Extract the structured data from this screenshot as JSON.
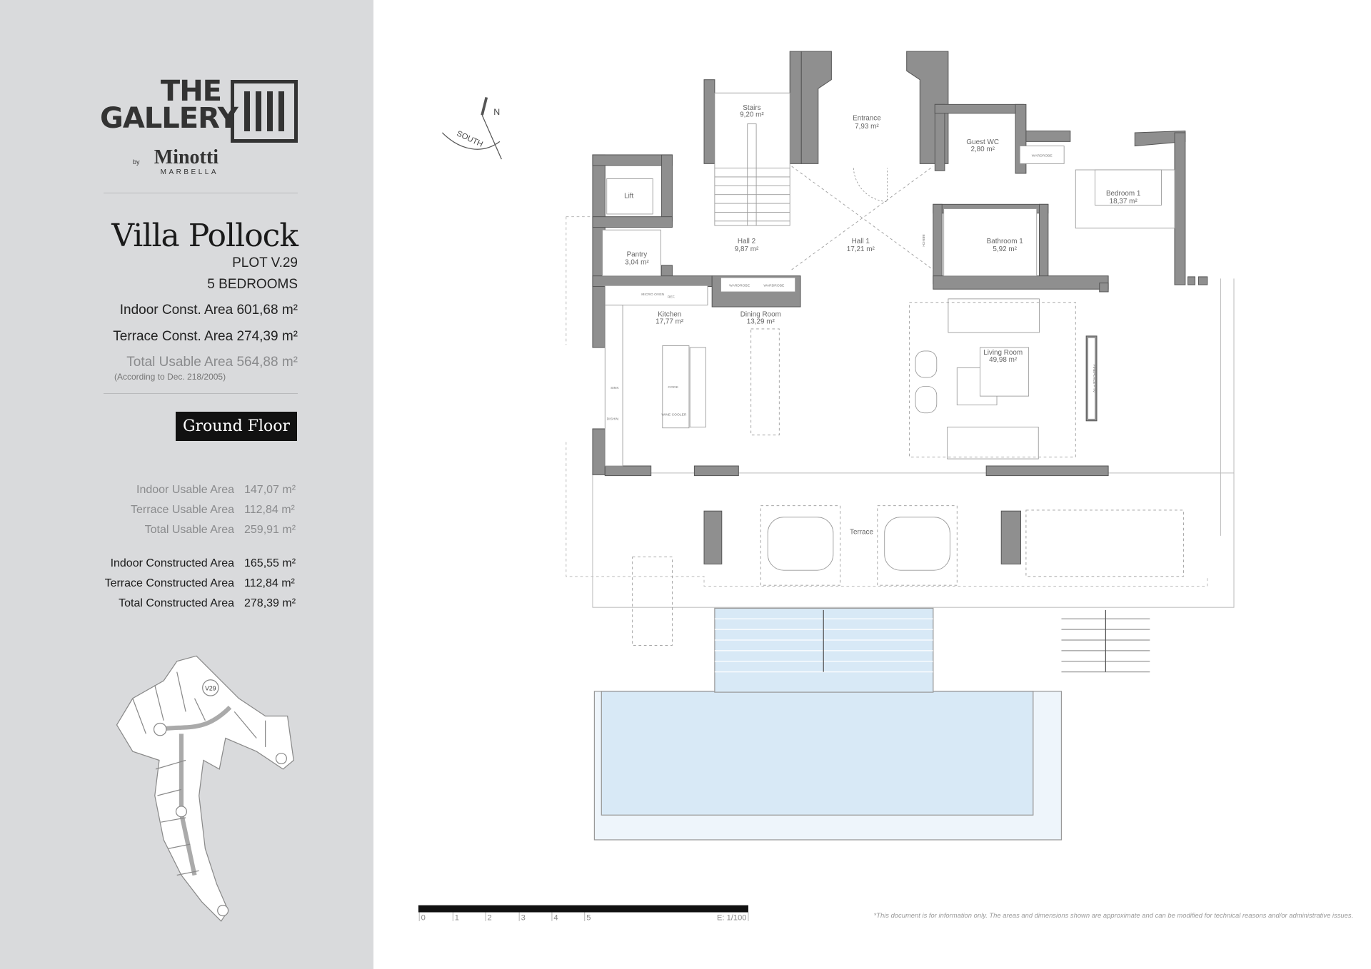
{
  "brand": {
    "line1": "THE",
    "line2": "GALLERY",
    "by": "by",
    "maker": "Minotti",
    "city": "MARBELLA"
  },
  "villa": {
    "name": "Villa Pollock",
    "plot": "PLOT V.29",
    "bedrooms": "5 BEDROOMS",
    "summary": [
      {
        "label": "Indoor Const. Area",
        "value": "601,68 m²"
      },
      {
        "label": "Terrace Const. Area",
        "value": "274,39 m²"
      },
      {
        "label": "Total Usable Area",
        "value": "564,88 m²"
      }
    ],
    "note": "(According to Dec. 218/2005)"
  },
  "floor_label": "Ground Floor",
  "floor_stats": {
    "usable": [
      {
        "label": "Indoor Usable Area",
        "value": "147,07 m²"
      },
      {
        "label": "Terrace Usable Area",
        "value": "112,84 m²"
      },
      {
        "label": "Total Usable Area",
        "value": "259,91 m²"
      }
    ],
    "constructed": [
      {
        "label": "Indoor Constructed Area",
        "value": "165,55 m²"
      },
      {
        "label": "Terrace Constructed Area",
        "value": "112,84 m²"
      },
      {
        "label": "Total Constructed Area",
        "value": "278,39 m²"
      }
    ]
  },
  "site_map": {
    "plot_marker": "V29"
  },
  "compass": {
    "north": "N",
    "south": "SOUTH"
  },
  "rooms": [
    {
      "name": "Stairs",
      "area": "9,20 m²"
    },
    {
      "name": "Entrance",
      "area": "7,93 m²"
    },
    {
      "name": "Guest WC",
      "area": "2,80 m²"
    },
    {
      "name": "Bedroom 1",
      "area": "18,37 m²"
    },
    {
      "name": "Lift",
      "area": ""
    },
    {
      "name": "Hall 2",
      "area": "9,87 m²"
    },
    {
      "name": "Hall 1",
      "area": "17,21 m²"
    },
    {
      "name": "Bathroom 1",
      "area": "5,92 m²"
    },
    {
      "name": "Pantry",
      "area": "3,04 m²"
    },
    {
      "name": "Kitchen",
      "area": "17,77 m²"
    },
    {
      "name": "Dining Room",
      "area": "13,29 m²"
    },
    {
      "name": "Living Room",
      "area": "49,98 m²"
    },
    {
      "name": "Terrace",
      "area": ""
    }
  ],
  "fixtures": {
    "wardrobe": "WARDROBE",
    "micro": "MICRO OVEN",
    "ref": "REF.",
    "sink": "SINK",
    "cook": "COOK",
    "wine": "WINE COOLER",
    "dishw": "DISHW.",
    "bench": "BENCH",
    "fireplace": "FIREPLACE + TV"
  },
  "scale": {
    "ticks": [
      "0",
      "1",
      "2",
      "3",
      "4",
      "5"
    ],
    "ratio": "E: 1/100"
  },
  "disclaimer": "*This document is for information only. The areas and dimensions shown are approximate and can be modified for technical reasons and/or administrative issues.",
  "colors": {
    "panel": "#d9dadc",
    "wall": "#8f8f8f",
    "pool": "#dcebf7",
    "text": "#222222"
  }
}
